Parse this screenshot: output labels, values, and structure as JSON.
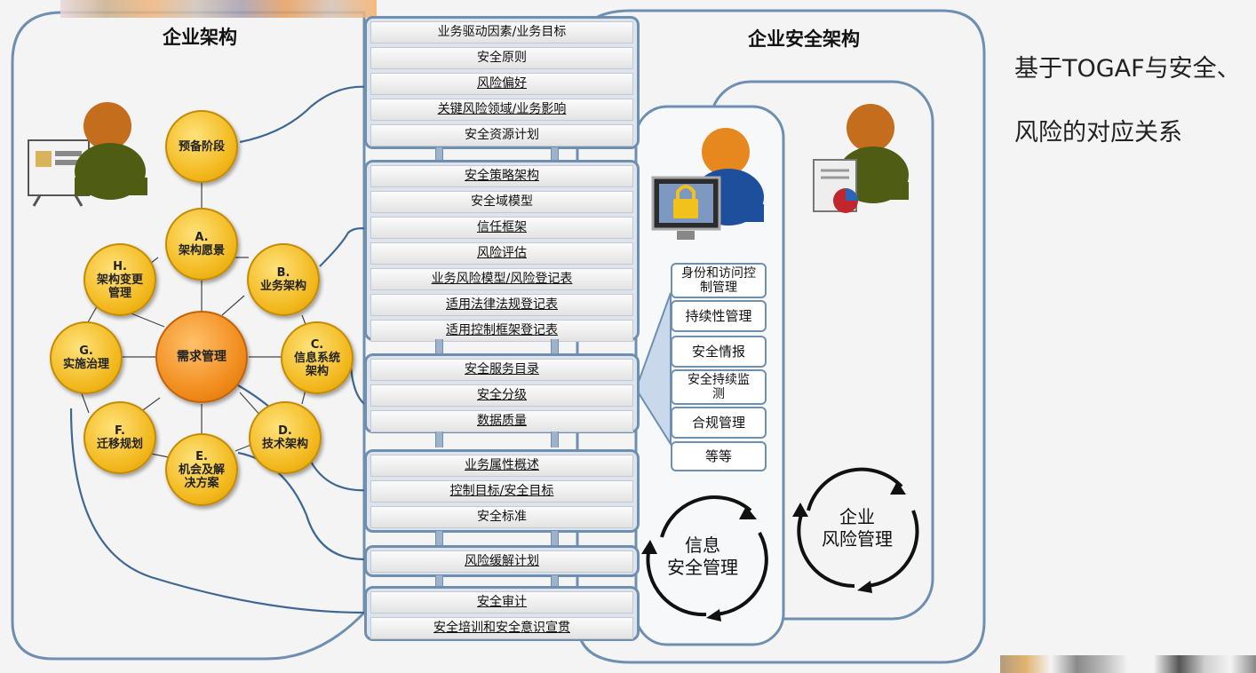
{
  "headers": {
    "enterprise_architecture": "企业架构",
    "enterprise_security_architecture": "企业安全架构"
  },
  "slide_title": {
    "line1": "基于TOGAF与安全、",
    "line2": "风险的对应关系"
  },
  "togaf_cycle": {
    "preliminary": "预备阶段",
    "requirements": "需求管理",
    "phases": [
      {
        "letter": "A.",
        "label": "架构愿景"
      },
      {
        "letter": "B.",
        "label": "业务架构"
      },
      {
        "letter": "C.",
        "label": "信息系统架构"
      },
      {
        "letter": "D.",
        "label": "技术架构"
      },
      {
        "letter": "E.",
        "label": "机会及解决方案"
      },
      {
        "letter": "F.",
        "label": "迁移规划"
      },
      {
        "letter": "G.",
        "label": "实施治理"
      },
      {
        "letter": "H.",
        "label": "架构变更管理"
      }
    ]
  },
  "security_groups": [
    {
      "items": [
        "业务驱动因素/业务目标",
        "安全原则",
        "风险偏好",
        "关键风险领域/业务影响",
        "安全资源计划"
      ]
    },
    {
      "items": [
        "安全策略架构",
        "安全域模型",
        "信任框架",
        "风险评估",
        "业务风险模型/风险登记表",
        "适用法律法规登记表",
        "适用控制框架登记表"
      ]
    },
    {
      "items": [
        "安全服务目录",
        "安全分级",
        "数据质量"
      ]
    },
    {
      "items": [
        "业务属性概述",
        "控制目标/安全目标",
        "安全标准"
      ]
    },
    {
      "items": [
        "风险缓解计划"
      ]
    },
    {
      "items": [
        "安全审计",
        "安全培训和安全意识宣贯"
      ]
    }
  ],
  "capabilities": [
    "身份和访问控制管理",
    "持续性管理",
    "安全情报",
    "安全持续监测",
    "合规管理",
    "等等"
  ],
  "cycles": {
    "infosec": [
      "信息",
      "安全管理"
    ],
    "enterprise_risk": [
      "企业",
      "风险管理"
    ]
  },
  "icons": [
    "presenter-icon",
    "security-user-lock-icon",
    "risk-user-chart-icon",
    "cycle-arrows-icon"
  ],
  "colors": {
    "frame_border": "#6f8fb1",
    "group_fill": "#dde4ee",
    "phase_fill": "#f2b81c",
    "center_fill": "#f08a1a"
  }
}
